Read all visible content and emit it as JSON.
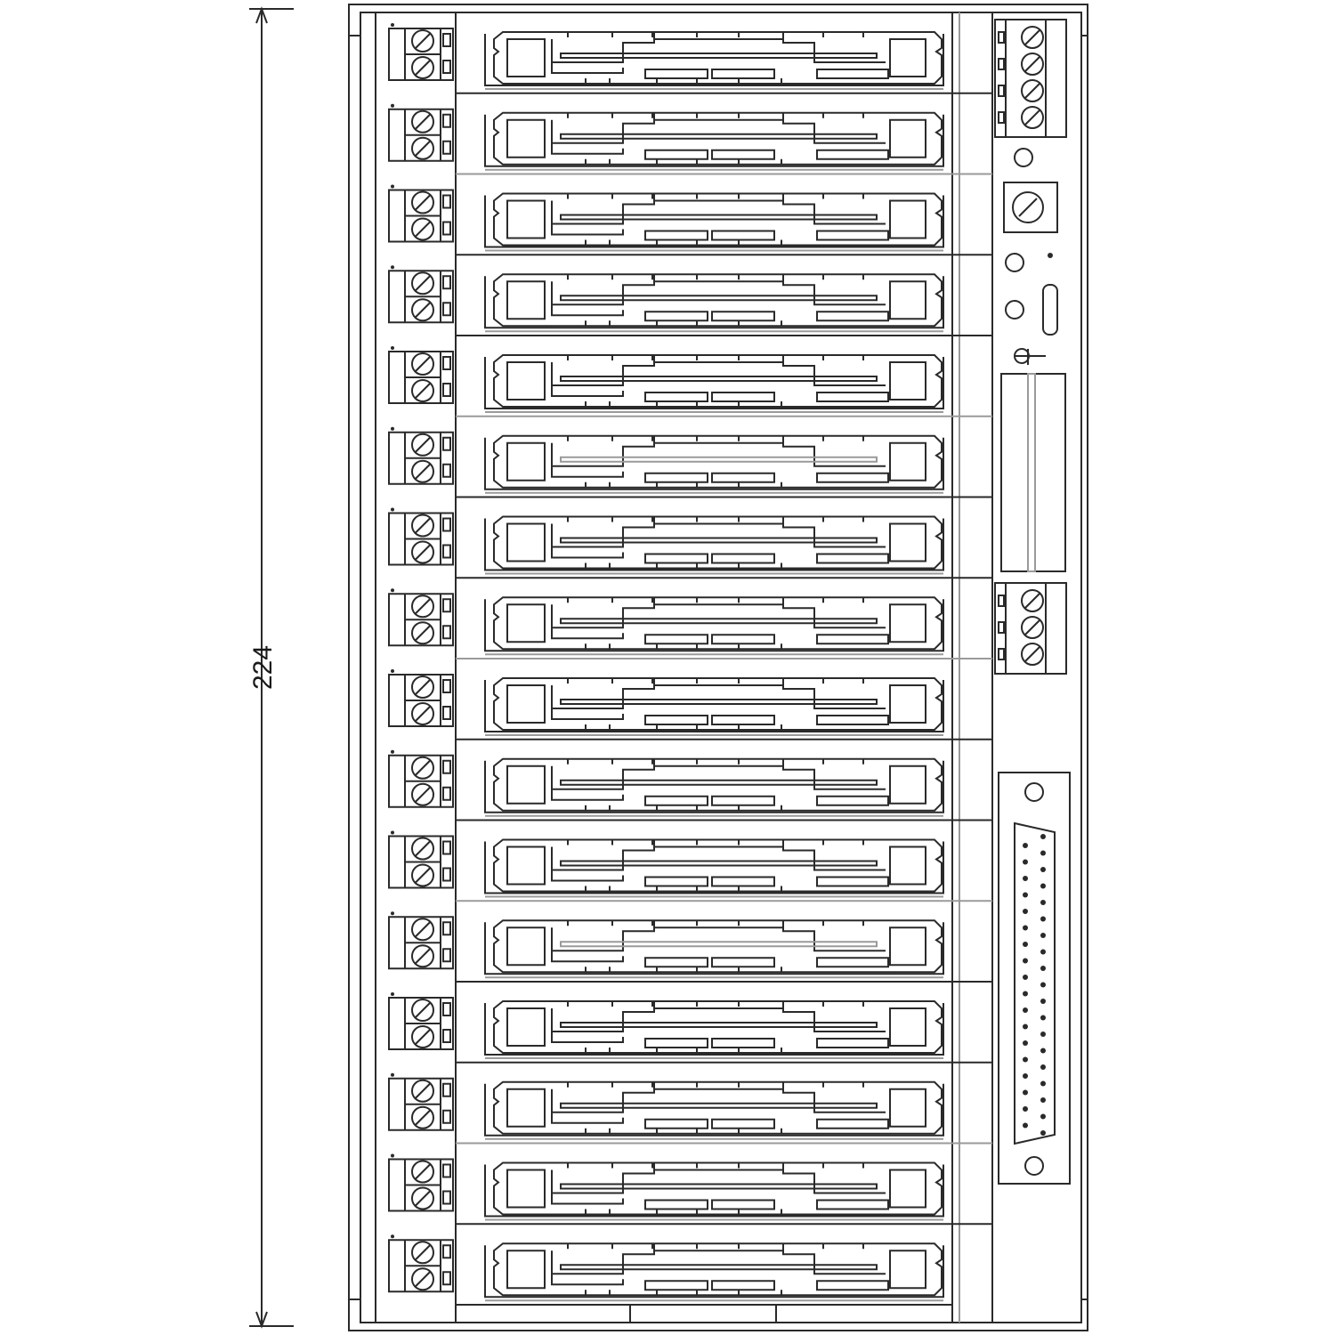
{
  "dimension": {
    "height_label": "224"
  },
  "device": {
    "module_count": 16,
    "side_terminal_blocks": [
      {
        "name": "upper-terminal-block",
        "screws": 4
      },
      {
        "name": "middle-terminal-block",
        "screws": 3
      }
    ],
    "sub_d_connector": {
      "pins_row_a": 19,
      "pins_row_b": 18
    }
  },
  "colors": {
    "line": "#2a2a2a",
    "light_line": "#9a9a9a",
    "background": "#ffffff"
  }
}
